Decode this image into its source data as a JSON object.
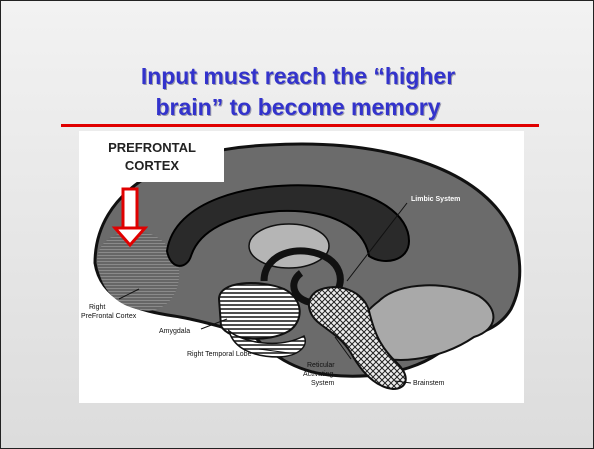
{
  "slide": {
    "title_line1": "Input must reach the “higher",
    "title_line2": "brain” to become memory",
    "callout_line1": "PREFRONTAL",
    "callout_line2": "CORTEX"
  },
  "diagram": {
    "labels": {
      "limbic_system": "Limbic System",
      "right_prefrontal_line1": "Right",
      "right_prefrontal_line2": "PreFrontal Cortex",
      "amygdala": "Amygdala",
      "right_temporal_lobe": "Right Temporal Lobe",
      "reticular_line1": "Reticular",
      "reticular_line2": "Activating",
      "reticular_line3": "System",
      "brainstem": "Brainstem"
    }
  },
  "colors": {
    "title": "#3333cc",
    "rule": "#e00000",
    "arrow": "#e00000"
  }
}
